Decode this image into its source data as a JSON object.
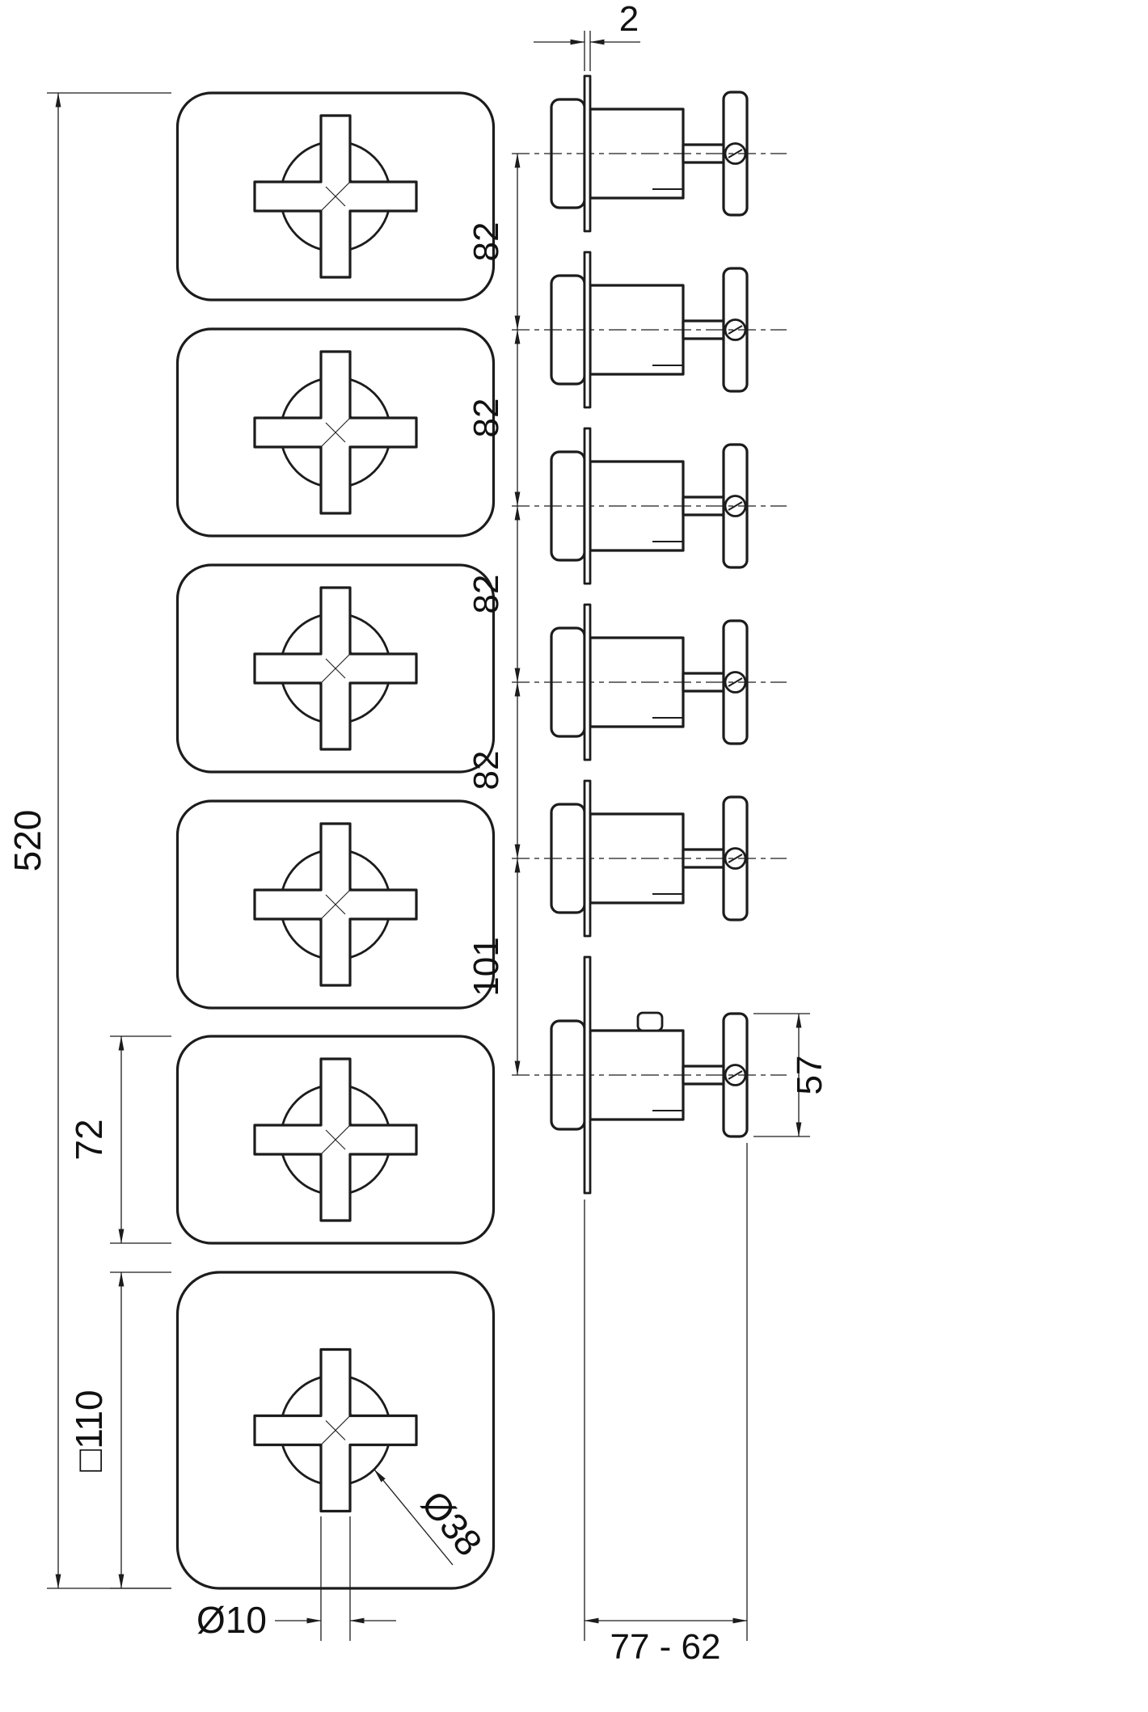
{
  "front_view": {
    "total_height": "520",
    "module_height": "72",
    "plate_size": "□110",
    "handle_diameter": "Ø38",
    "stem_diameter": "Ø10"
  },
  "side_view": {
    "plate_thickness": "2",
    "spacings": [
      "82",
      "82",
      "82",
      "82"
    ],
    "last_spacing": "101",
    "handle_height": "57",
    "installation_depth": "77 - 62"
  },
  "colors": {
    "line": "#1c1c1c",
    "background": "#ffffff"
  }
}
